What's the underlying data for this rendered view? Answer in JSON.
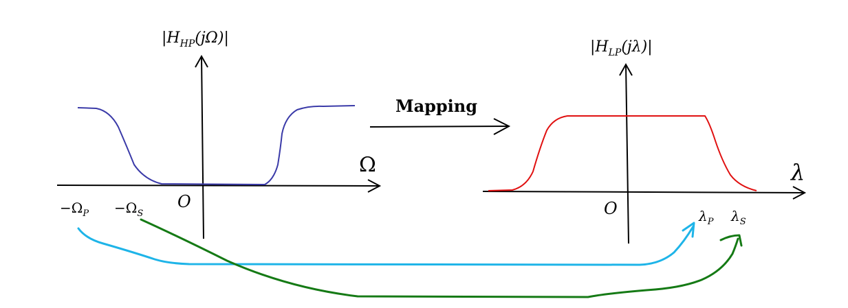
{
  "highpass": {
    "axis_label": "|H_HP(jΩ)|",
    "axis_label_main": "|H",
    "axis_label_sub": "HP",
    "axis_label_tail": "(jΩ)|",
    "x_axis_label": "Ω",
    "origin_label": "O",
    "tick_passband": "−Ω",
    "tick_passband_sub": "P",
    "tick_stopband": "−Ω",
    "tick_stopband_sub": "S",
    "curve_color": "#3a3aa8"
  },
  "mapping": {
    "label": "Mapping"
  },
  "lowpass": {
    "axis_label": "|H_LP(jλ)|",
    "axis_label_main": "|H",
    "axis_label_sub": "LP",
    "axis_label_tail": "(jλ)|",
    "x_axis_label": "λ",
    "origin_label": "O",
    "tick_passband": "λ",
    "tick_passband_sub": "P",
    "tick_stopband": "λ",
    "tick_stopband_sub": "S",
    "curve_color": "#e01010"
  },
  "arrows": {
    "passband_color": "#1eb4e8",
    "stopband_color": "#157a15"
  }
}
